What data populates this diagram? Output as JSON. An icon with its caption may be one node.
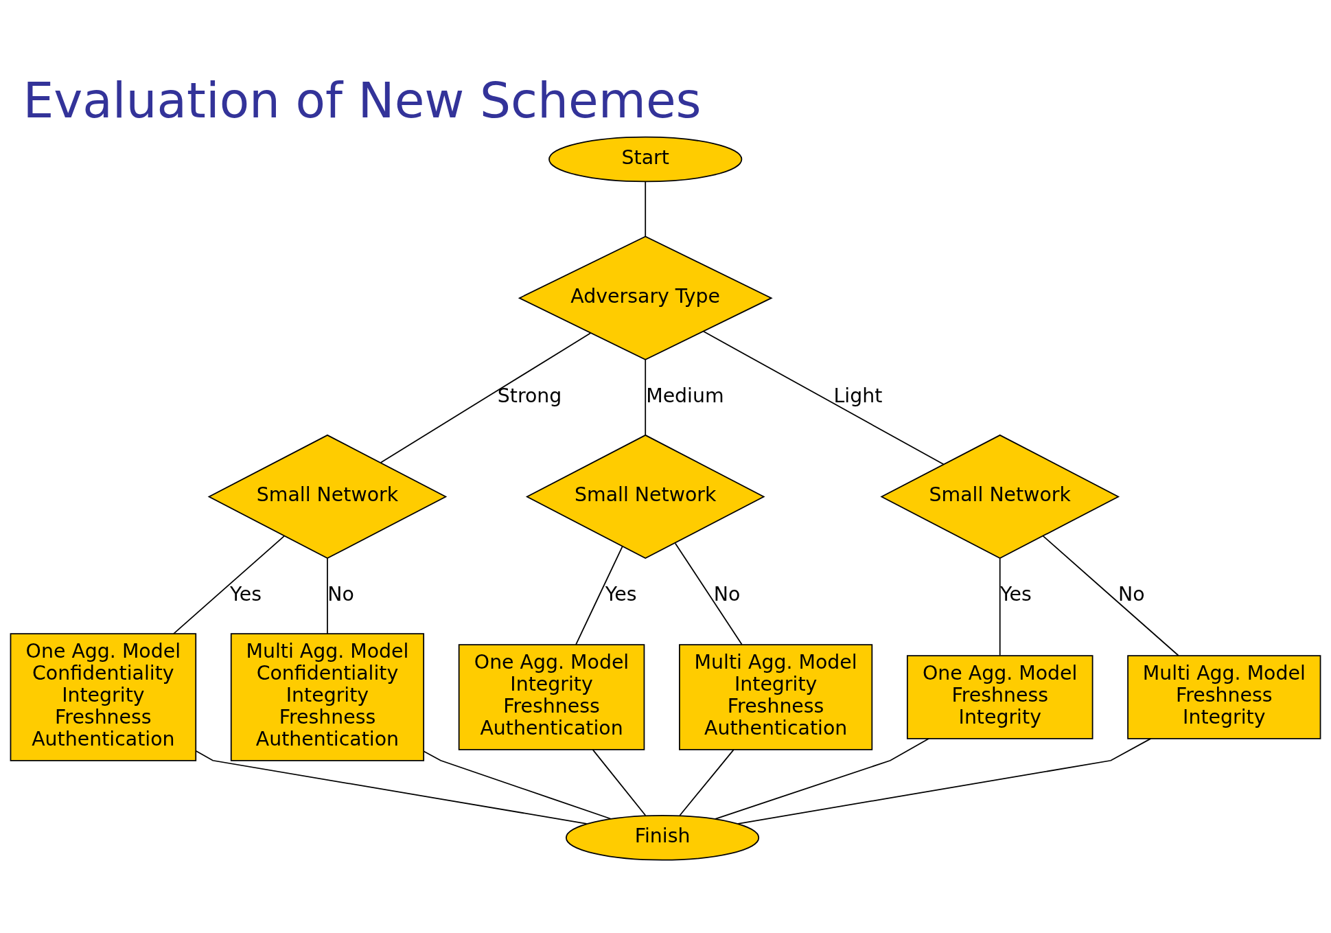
{
  "diagram": {
    "title": "Evaluation of New Schemes",
    "nodes": [
      {
        "text": [
          "Start"
        ]
      },
      {
        "text": [
          "Adversary Type"
        ]
      },
      {
        "text": [
          "Small Network"
        ]
      },
      {
        "text": [
          "One Agg. Model",
          "Confidentiality",
          "Integrity",
          "Freshness",
          "Authentication"
        ]
      },
      {
        "text": [
          "Multi Agg. Model",
          "Confidentiality",
          "Integrity",
          "Freshness",
          "Authentication"
        ]
      },
      {
        "text": [
          "Small Network"
        ]
      },
      {
        "text": [
          "One Agg. Model",
          "Integrity",
          "Freshness",
          "Authentication"
        ]
      },
      {
        "text": [
          "Multi Agg. Model",
          "Integrity",
          "Freshness",
          "Authentication"
        ]
      },
      {
        "text": [
          "Small Network"
        ]
      },
      {
        "text": [
          "One Agg. Model",
          "Freshness",
          "Integrity"
        ]
      },
      {
        "text": [
          "Multi Agg. Model",
          "Freshness",
          "Integrity"
        ]
      },
      {
        "text": [
          "Finish"
        ]
      }
    ],
    "edges": [
      {
        "from": 0,
        "to": 1,
        "arrow": "none"
      },
      {
        "from": 1,
        "to": 8,
        "label": "Light",
        "arrow": "none"
      },
      {
        "from": 1,
        "to": 5,
        "label": "Medium",
        "arrow": "none"
      },
      {
        "from": 1,
        "to": 2,
        "label": "Strong",
        "arrow": "none"
      },
      {
        "from": 2,
        "to": 3,
        "label": "Yes",
        "arrow": "none"
      },
      {
        "from": 2,
        "to": 4,
        "label": "No",
        "arrow": "none"
      },
      {
        "from": 5,
        "to": 6,
        "label": "Yes",
        "arrow": "none"
      },
      {
        "from": 5,
        "to": 7,
        "label": "No",
        "arrow": "none"
      },
      {
        "from": 8,
        "to": 9,
        "label": "Yes",
        "arrow": "none"
      },
      {
        "from": 8,
        "to": 10,
        "label": "No",
        "arrow": "none"
      },
      {
        "from": 9,
        "to": 11,
        "arrow": "none"
      },
      {
        "from": 10,
        "to": 11,
        "arrow": "none"
      },
      {
        "from": 6,
        "to": 11,
        "arrow": "none"
      },
      {
        "from": 7,
        "to": 11,
        "arrow": "none"
      },
      {
        "from": 3,
        "to": 11,
        "arrow": "none"
      },
      {
        "from": 4,
        "to": 11,
        "arrow": "none"
      }
    ]
  }
}
